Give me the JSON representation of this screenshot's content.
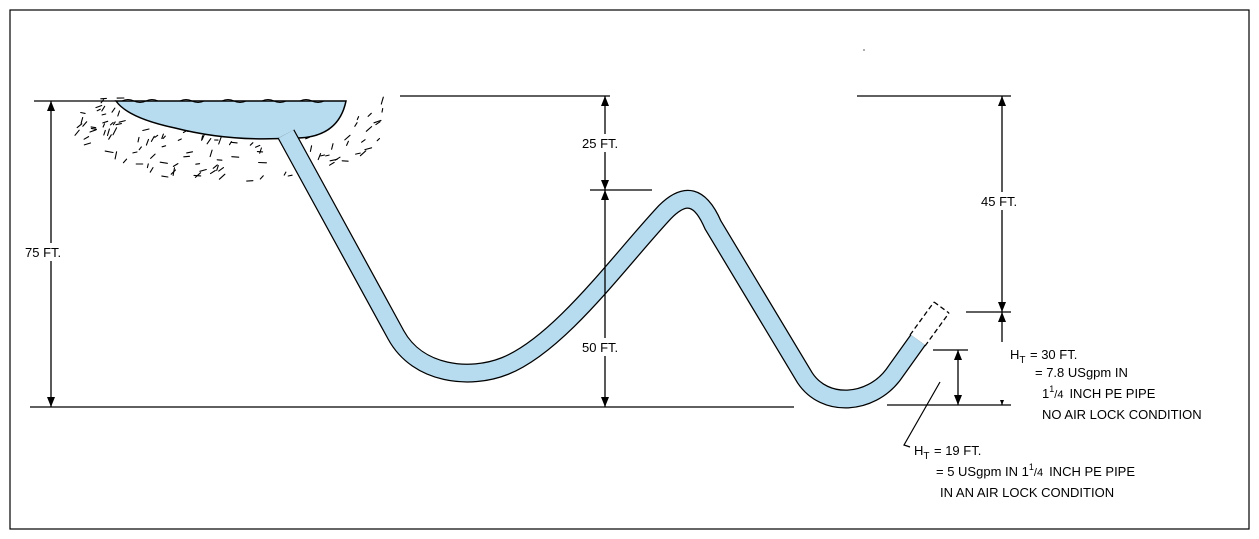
{
  "colors": {
    "water": "#b7dcef",
    "line": "#000000",
    "background": "#ffffff"
  },
  "labels": {
    "total_height": "75 FT.",
    "upper_drop": "25 FT.",
    "crest_height": "50 FT.",
    "right_upper": "45 FT."
  },
  "no_airlock_note": {
    "line1": "= 30 FT.",
    "line2": "= 7.8 USgpm  IN",
    "line3": "INCH PE PIPE",
    "line4": "NO AIR LOCK CONDITION"
  },
  "airlock_note": {
    "line1": "= 19 FT.",
    "line2a": "= 5 USgpm IN 1",
    "line2b": "INCH PE PIPE",
    "line3": "IN AN AIR LOCK CONDITION"
  },
  "symbols": {
    "head": "H",
    "head_sub": "T",
    "fraction_num": "1",
    "fraction_den": "4",
    "whole": "1"
  }
}
